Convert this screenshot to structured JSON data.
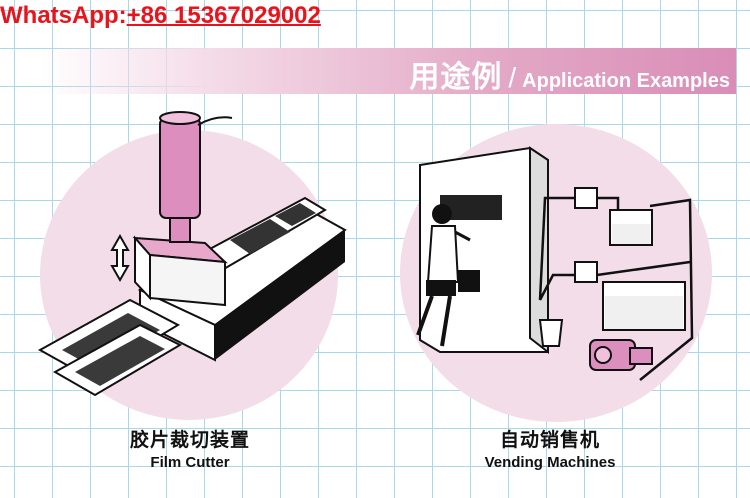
{
  "contact": {
    "label": "WhatsApp:",
    "number": "+86 15367029002"
  },
  "banner": {
    "title_cn": "用途例",
    "separator": "/",
    "title_en": "Application Examples"
  },
  "examples": [
    {
      "title_cn": "胶片裁切装置",
      "title_en": "Film Cutter"
    },
    {
      "title_cn": "自动销售机",
      "title_en": "Vending Machines"
    }
  ],
  "colors": {
    "accent_pink": "#d98db7",
    "contact_red": "#e8141c",
    "grid_blue": "#a9d8e8",
    "circle_pink": "#f3dde8"
  }
}
